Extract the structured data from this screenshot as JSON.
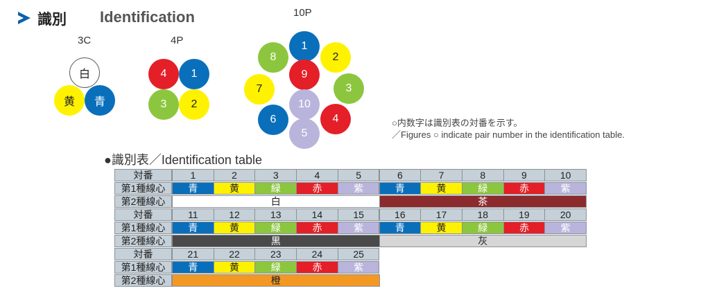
{
  "header": {
    "title_jp": "識別",
    "title_en": "Identification"
  },
  "colors": {
    "青": "#0a6fbb",
    "黄": "#fff200",
    "緑": "#8cc63f",
    "赤": "#e41f28",
    "紫": "#b9b4dc",
    "白": "#ffffff",
    "茶": "#8c2b2e",
    "黒": "#4a4a4a",
    "灰": "#d6d6d6",
    "橙": "#f39822",
    "header": "#c5d0d8"
  },
  "diagrams": [
    {
      "label": "3C",
      "circles": [
        {
          "text": "白",
          "color": "白"
        },
        {
          "text": "黄",
          "color": "黄"
        },
        {
          "text": "青",
          "color": "青"
        }
      ]
    },
    {
      "label": "4P",
      "circles": [
        {
          "text": "4",
          "color": "赤"
        },
        {
          "text": "1",
          "color": "青"
        },
        {
          "text": "3",
          "color": "緑"
        },
        {
          "text": "2",
          "color": "黄"
        }
      ]
    },
    {
      "label": "10P",
      "circles": [
        {
          "text": "1",
          "color": "青"
        },
        {
          "text": "2",
          "color": "黄"
        },
        {
          "text": "8",
          "color": "緑"
        },
        {
          "text": "9",
          "color": "赤"
        },
        {
          "text": "3",
          "color": "緑"
        },
        {
          "text": "7",
          "color": "黄"
        },
        {
          "text": "10",
          "color": "紫"
        },
        {
          "text": "4",
          "color": "赤"
        },
        {
          "text": "6",
          "color": "青"
        },
        {
          "text": "5",
          "color": "紫"
        }
      ]
    }
  ],
  "note": {
    "jp": "○内数字は識別表の対番を示す。",
    "en": "／Figures ○ indicate pair number in the identification table."
  },
  "table": {
    "title": "●識別表／Identification table",
    "row_labels": {
      "pair": "対番",
      "first": "第1種線心",
      "second": "第2種線心"
    },
    "first_colors": [
      "青",
      "黄",
      "緑",
      "赤",
      "紫"
    ],
    "blocks": [
      {
        "pairs": [
          "1",
          "2",
          "3",
          "4",
          "5",
          "6",
          "7",
          "8",
          "9",
          "10"
        ],
        "second": [
          "白",
          "茶"
        ]
      },
      {
        "pairs": [
          "11",
          "12",
          "13",
          "14",
          "15",
          "16",
          "17",
          "18",
          "19",
          "20"
        ],
        "second": [
          "黒",
          "灰"
        ]
      },
      {
        "pairs": [
          "21",
          "22",
          "23",
          "24",
          "25"
        ],
        "second": [
          "橙"
        ]
      }
    ]
  }
}
